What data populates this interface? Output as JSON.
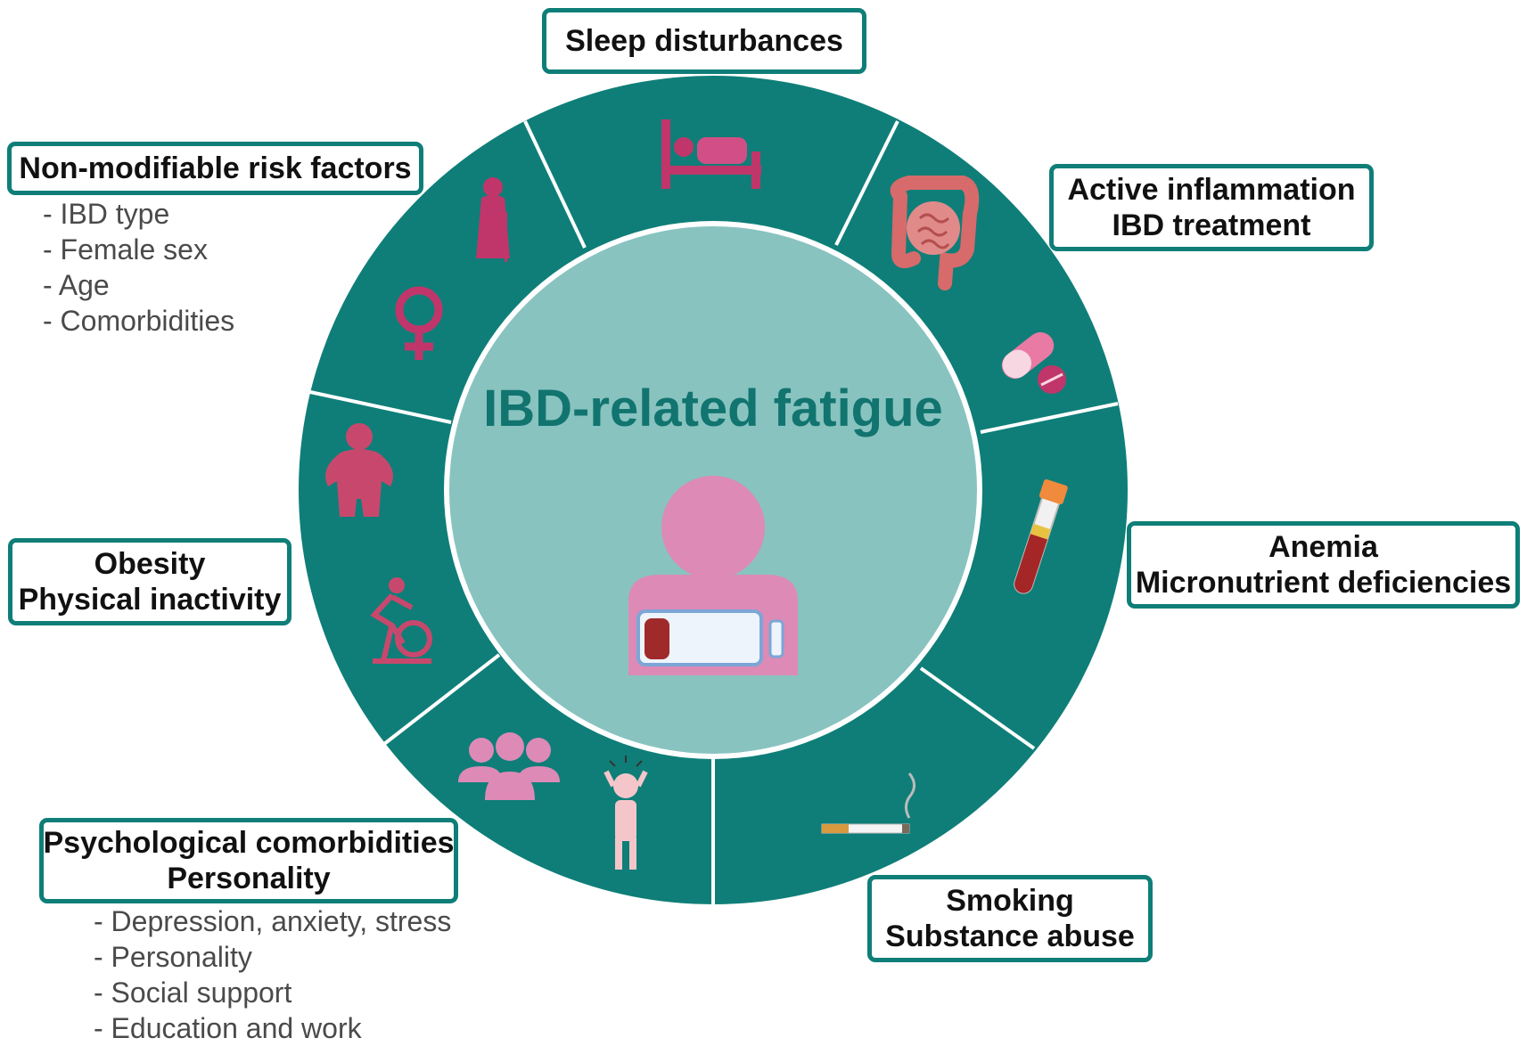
{
  "center": {
    "title": "IBD-related fatigue"
  },
  "labels": {
    "sleep": "Sleep disturbances",
    "nonmod": "Non-modifiable risk factors",
    "inflammation": {
      "line1": "Active inflammation",
      "line2": "IBD treatment"
    },
    "anemia": {
      "line1": "Anemia",
      "line2": "Micronutrient deficiencies"
    },
    "obesity": {
      "line1": "Obesity",
      "line2": "Physical inactivity"
    },
    "psych": {
      "line1": "Psychological comorbidities",
      "line2": "Personality"
    },
    "smoking": {
      "line1": "Smoking",
      "line2": "Substance abuse"
    }
  },
  "lists": {
    "nonmod": [
      "- IBD type",
      "- Female sex",
      "- Age",
      "- Comorbidities"
    ],
    "psych": [
      "- Depression, anxiety, stress",
      "- Personality",
      "- Social support",
      "- Education and work"
    ]
  },
  "icons": [
    "bed-icon",
    "elderly-person-icon",
    "female-symbol-icon",
    "intestine-icon",
    "pills-icon",
    "blood-tube-icon",
    "obese-person-icon",
    "exercise-bike-icon",
    "group-icon",
    "stressed-person-icon",
    "cigarette-icon",
    "tired-person-icon",
    "low-battery-icon"
  ],
  "colors": {
    "ring": "#0f7e78",
    "center": "#88c3c0",
    "icon": "#c0366a",
    "title": "#11746f",
    "person": "#dd8ab7"
  }
}
